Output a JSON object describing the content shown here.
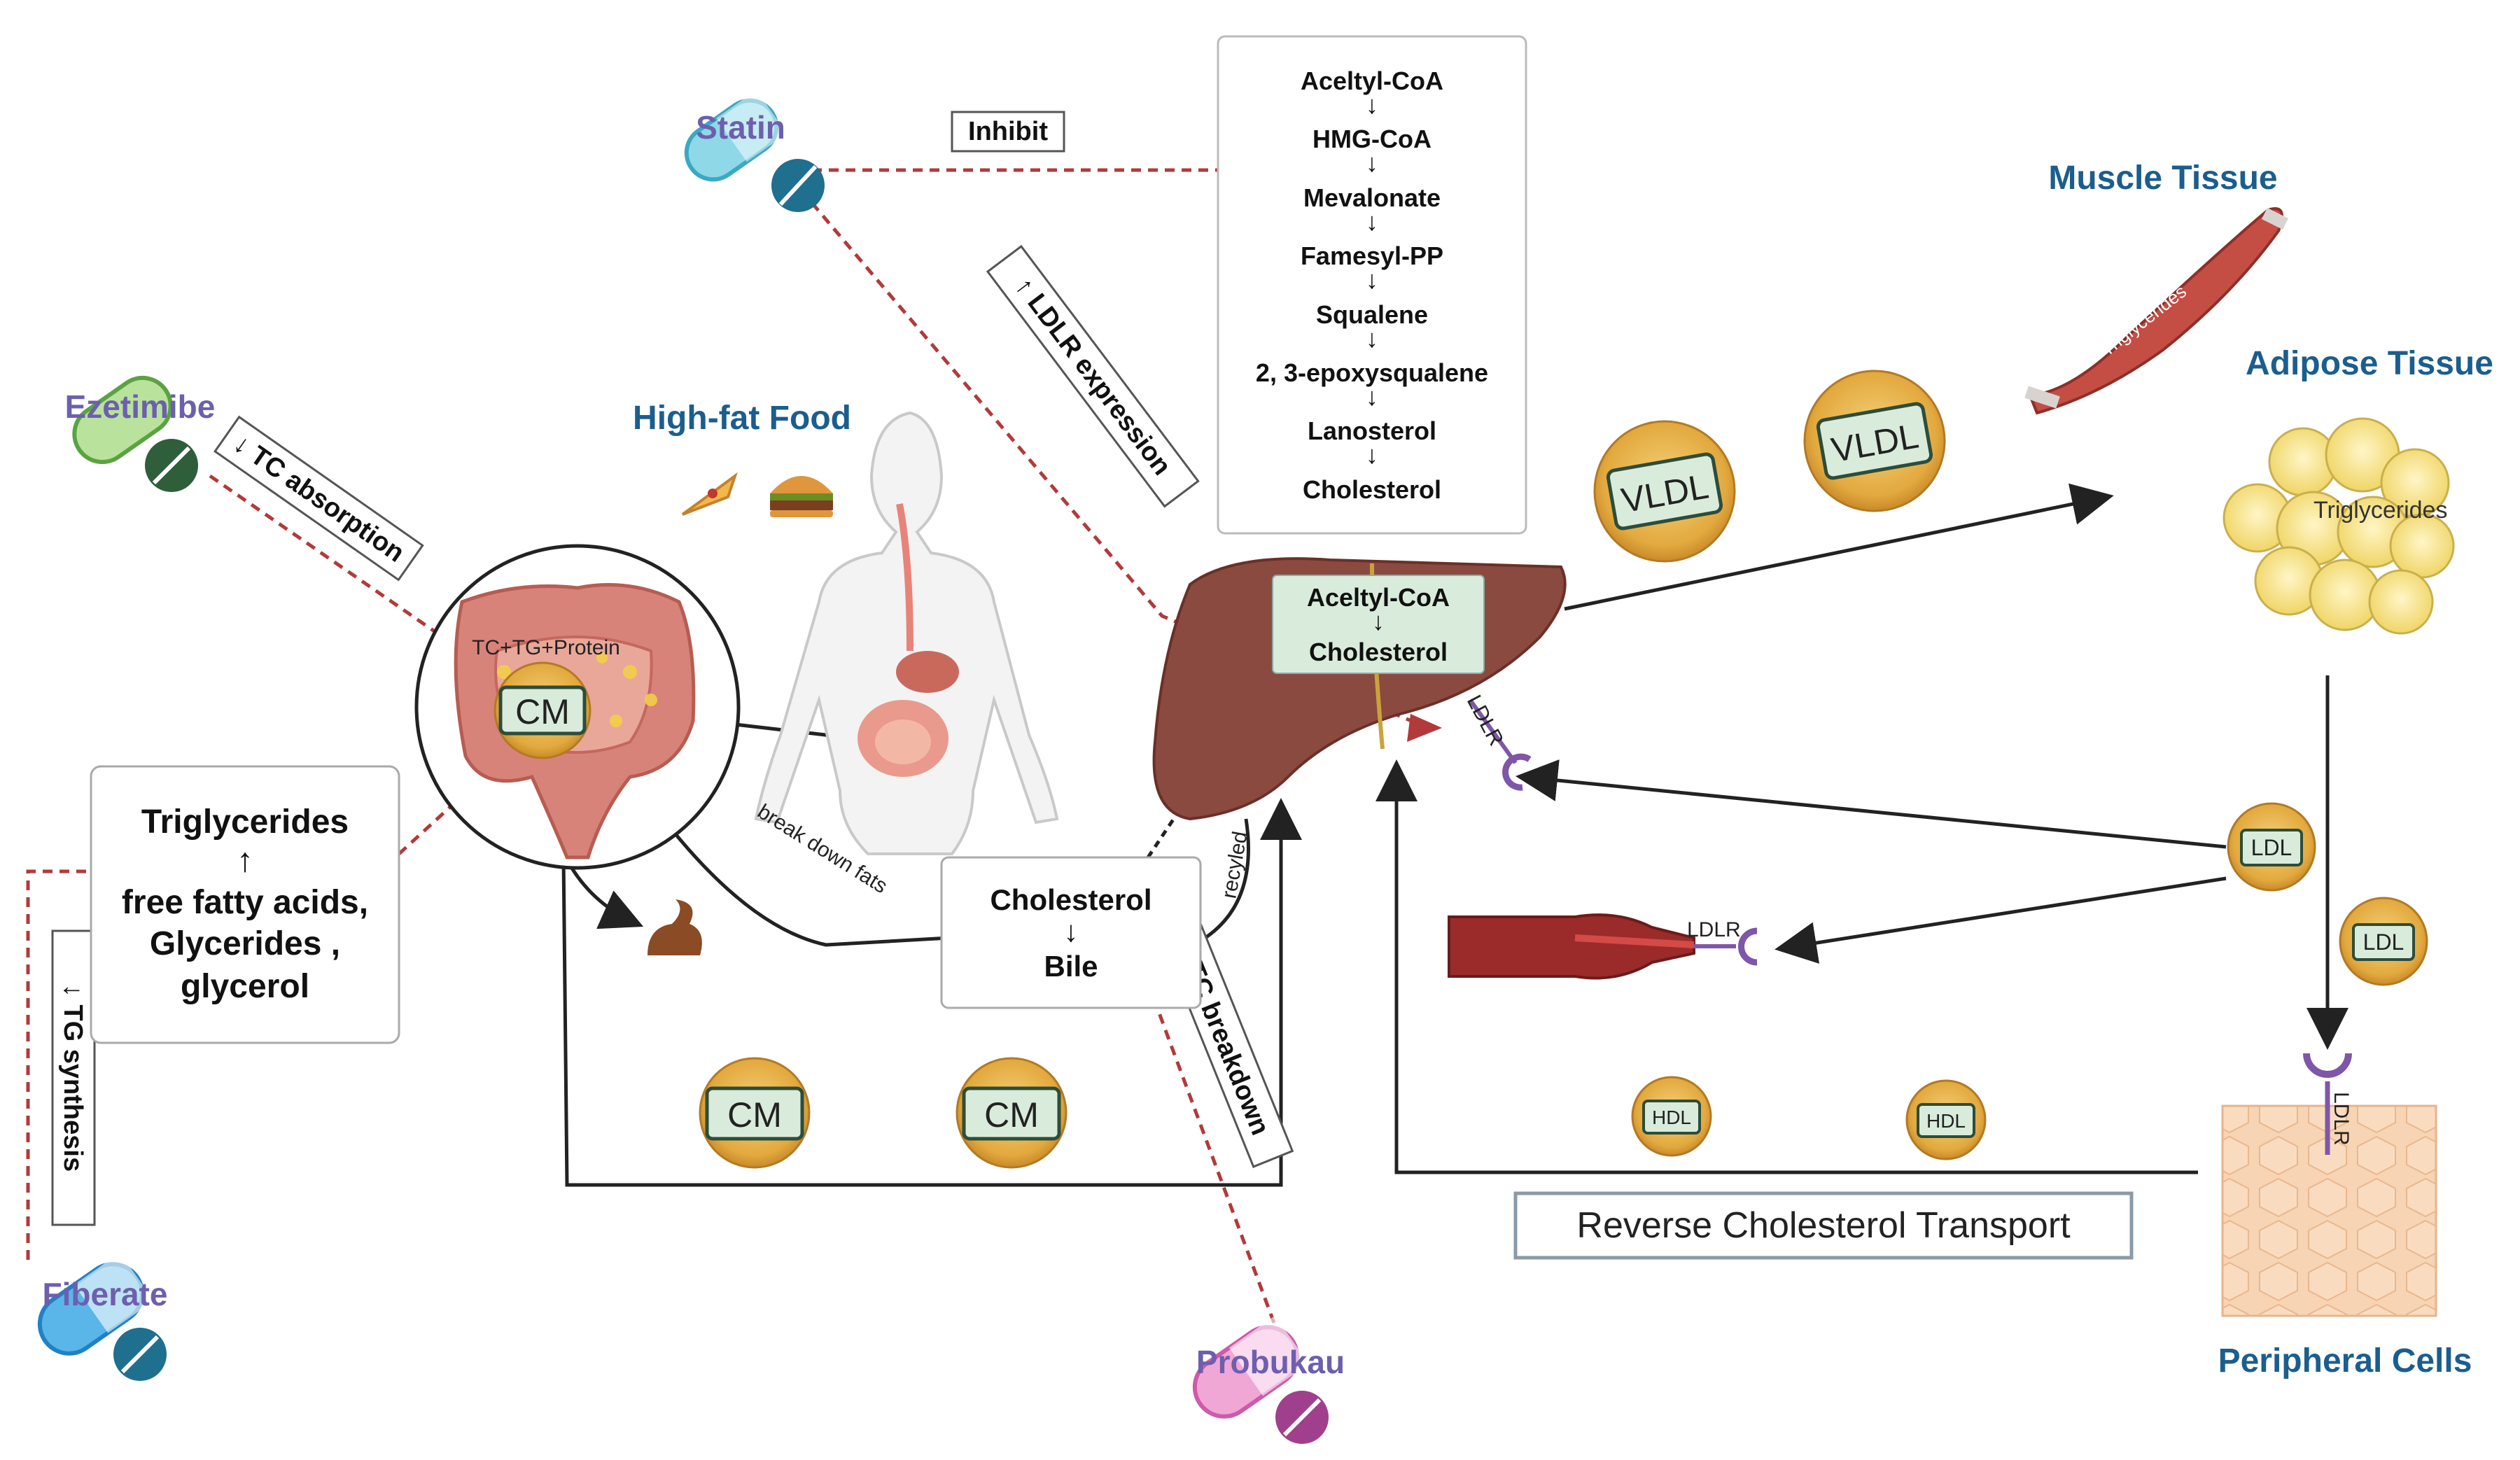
{
  "drugs": {
    "statin": "Statin",
    "ezetimibe": "Ezetimibe",
    "fiberate": "Fiberate",
    "probukau": "Probukau"
  },
  "labels": {
    "inhibit": "Inhibit",
    "ldlr_expression": "↑ LDLR expression",
    "tc_absorption": "↓ TC absorption",
    "tg_synthesis": "↓ TG synthesis",
    "tc_breakdown": "↑TC breakdown",
    "high_fat_food": "High-fat Food",
    "break_down_fats": "break down fats",
    "recyled": "recyled",
    "tc_tg_protein": "TC+TG+Protein",
    "reverse_transport": "Reverse Cholesterol Transport"
  },
  "pathway": {
    "steps": [
      "Aceltyl-CoA",
      "HMG-CoA",
      "Mevalonate",
      "Famesyl-PP",
      "Squalene",
      "2, 3-epoxysqualene",
      "Lanosterol",
      "Cholesterol"
    ],
    "arrow": "↓"
  },
  "liver_box": {
    "top": "Aceltyl-CoA",
    "arrow": "↓",
    "bottom": "Cholesterol"
  },
  "triglyceride_box": {
    "title": "Triglycerides",
    "arrow": "↑",
    "line1": "free fatty acids,",
    "line2": "Glycerides ,",
    "line3": "glycerol"
  },
  "bile_box": {
    "top": "Cholesterol",
    "arrow": "↓",
    "bottom": "Bile"
  },
  "tissues": {
    "muscle": "Muscle Tissue",
    "adipose": "Adipose Tissue",
    "peripheral": "Peripheral Cells",
    "triglycerides_muscle": "Triglycerides",
    "triglycerides_adipose": "Triglycerides"
  },
  "particles": {
    "vldl": "VLDL",
    "cm": "CM",
    "ldl": "LDL",
    "hdl": "HDL",
    "ldlr": "LDLR"
  },
  "colors": {
    "dashed": "#b23a3a",
    "arrow": "#222222",
    "liver": "#8b4a3f",
    "particle_fill": "#e8b54a",
    "particle_inner": "#d9ecdc",
    "receptor": "#7e57a8",
    "label_blue": "#1b5e8e",
    "drug_purple": "#6d5fae"
  }
}
